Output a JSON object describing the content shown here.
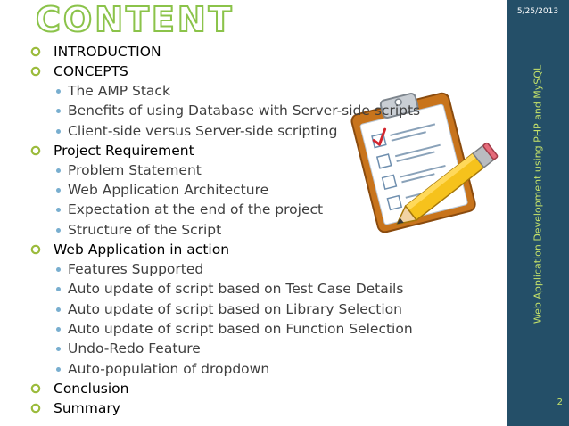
{
  "slide": {
    "title": "CONTENT",
    "date": "5/25/2013",
    "sidebar_text": "Web Application Development using PHP and MySQL",
    "page_number": "2"
  },
  "colors": {
    "title_accent": "#8bc34a",
    "sidebar_bg": "#244f68",
    "sidebar_text": "#c6e36a",
    "l1_bullet": "#9bbb3c",
    "l2_bullet": "#78aecf"
  },
  "clipart": {
    "icon": "clipboard-checklist-pencil-icon"
  },
  "outline": {
    "intro": "INTRODUCTION",
    "concepts": {
      "label": "CONCEPTS",
      "items": [
        "The AMP Stack",
        "Benefits of using Database with Server-side scripts",
        "Client-side versus Server-side scripting"
      ]
    },
    "requirement": {
      "label": "Project Requirement",
      "items": [
        "Problem Statement",
        "Web Application Architecture",
        "Expectation at the end of the project",
        "Structure of the Script"
      ]
    },
    "action": {
      "label": "Web Application in action",
      "items": [
        "Features Supported",
        "Auto update of script based on Test Case Details",
        "Auto update of script based on Library Selection",
        "Auto update of script based on Function Selection",
        "Undo-Redo Feature",
        "Auto-population of dropdown"
      ]
    },
    "conclusion": "Conclusion",
    "summary": "Summary"
  }
}
